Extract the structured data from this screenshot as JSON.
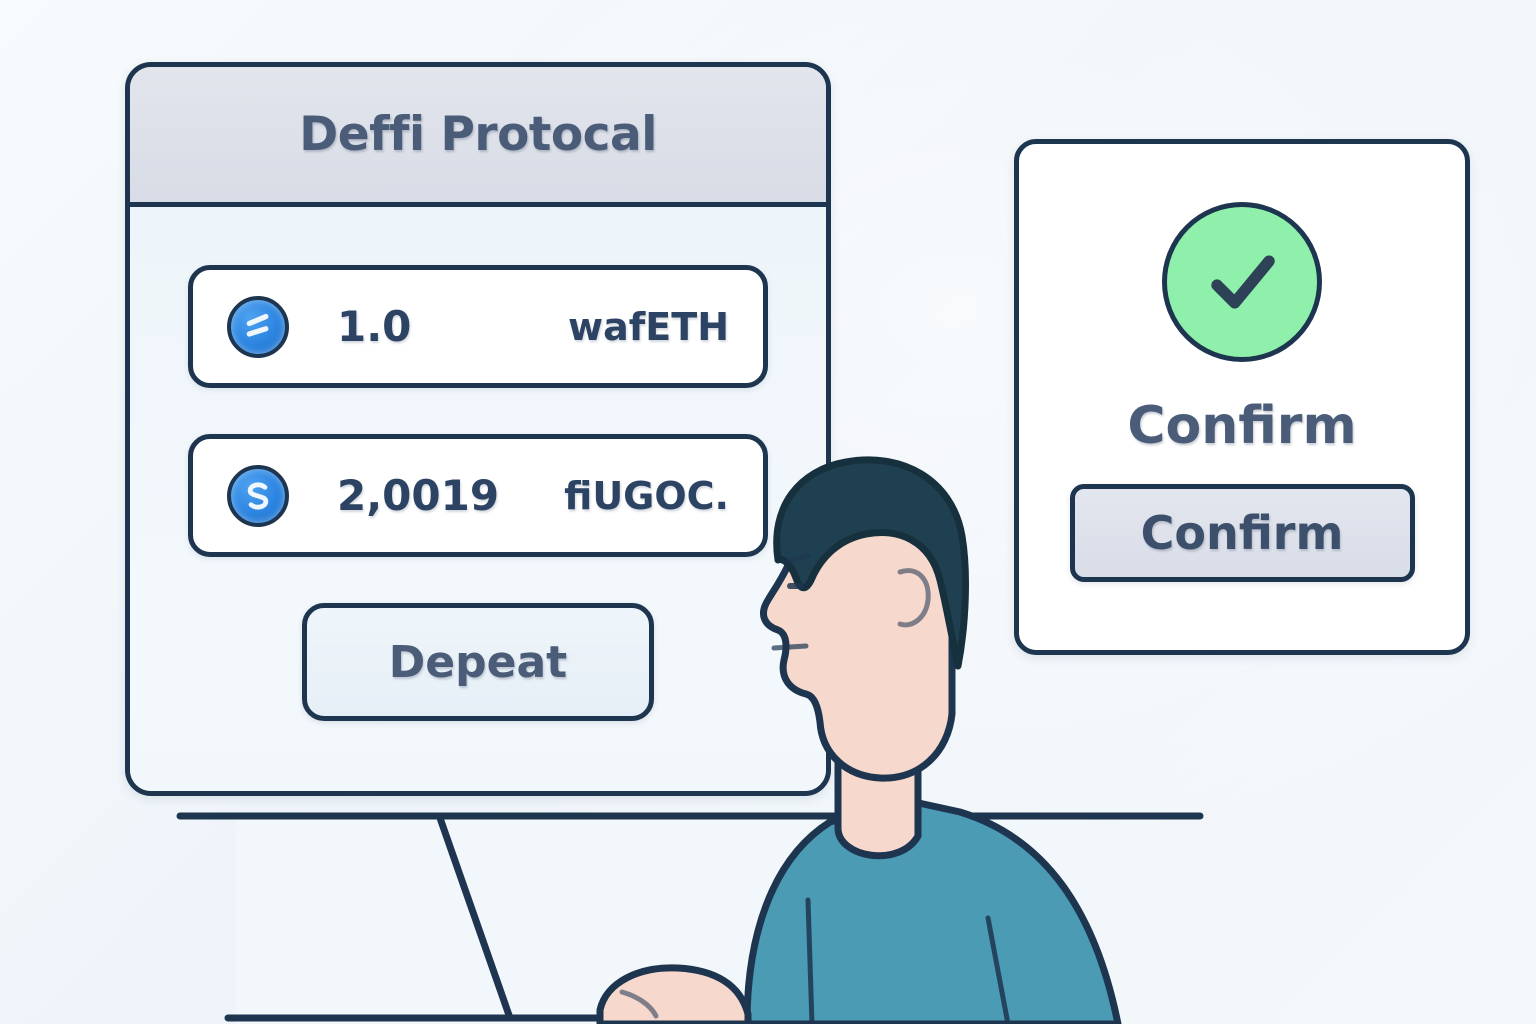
{
  "scene": {
    "background_color": "#f4f8fb",
    "outline_color": "#1e3550",
    "accent_blue": "#2b84e0",
    "success_green": "#8ef0ab",
    "text_color": "#4a5c77",
    "shirt_color": "#4b9bb5",
    "hair_color": "#1f4050",
    "skin_color": "#f7d8cd"
  },
  "protocol_panel": {
    "title": "Deffi Protocal",
    "tokens": [
      {
        "icon": "ethereum-coin-icon",
        "amount": "1.0",
        "symbol": "wafETH"
      },
      {
        "icon": "usdc-coin-icon",
        "amount": "2,0019",
        "symbol": "fiUGOC."
      }
    ],
    "deposit_button_label": "Depeat"
  },
  "confirm_card": {
    "status_icon": "check-circle-icon",
    "heading": "Confirm",
    "button_label": "Confirm"
  },
  "illustration": {
    "person": "person-profile-illustration",
    "device": "laptop-illustration"
  }
}
